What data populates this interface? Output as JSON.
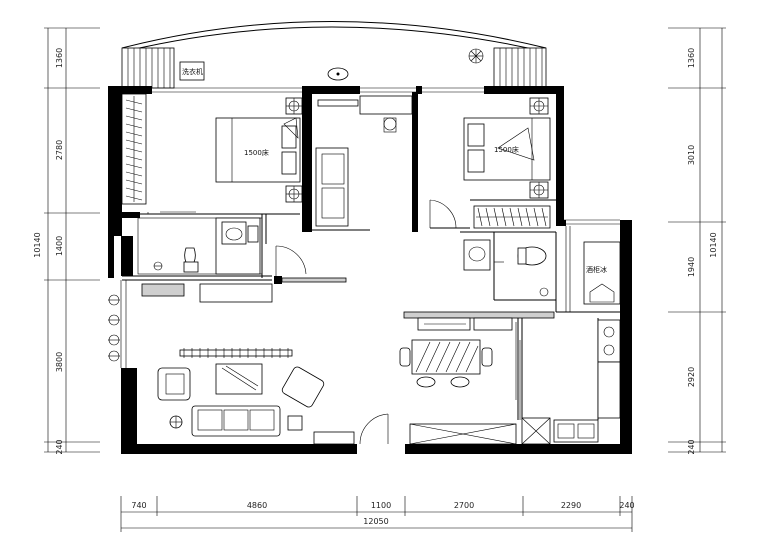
{
  "dimensions": {
    "left": [
      "1360",
      "2780",
      "1400",
      "3800",
      "240"
    ],
    "left_total": "10140",
    "right": [
      "1360",
      "3010",
      "1940",
      "2920",
      "240"
    ],
    "right_total": "10140",
    "bottom": [
      "740",
      "4860",
      "1100",
      "2700",
      "2290",
      "240"
    ],
    "bottom_total": "12050"
  },
  "labels": {
    "bed_left": "1500床",
    "bed_right": "1500床",
    "washer": "洗衣机",
    "fridge": "酒柜冰"
  }
}
